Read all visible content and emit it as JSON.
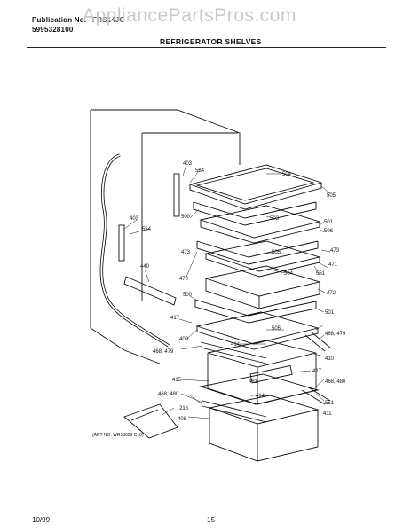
{
  "header": {
    "publication_label": "Publication No.",
    "publication_number": "5995328100",
    "model": "FRS14JC",
    "watermark": "AppliancePartsPros.com",
    "title": "REFRIGERATOR SHELVES"
  },
  "diagram": {
    "callouts": [
      "403",
      "554",
      "504",
      "505",
      "500",
      "503",
      "501",
      "506",
      "403",
      "554",
      "473",
      "505",
      "471",
      "504",
      "551",
      "473",
      "440",
      "470",
      "472",
      "500",
      "501",
      "417",
      "505",
      "468, 479",
      "409",
      "414",
      "468, 479",
      "410",
      "415",
      "417",
      "481",
      "468, 480",
      "414",
      "468, 480",
      "551",
      "216",
      "408",
      "411"
    ],
    "art_number": "(ART NO. WR16629 C10)"
  },
  "footer": {
    "date": "10/99",
    "page": "15"
  }
}
